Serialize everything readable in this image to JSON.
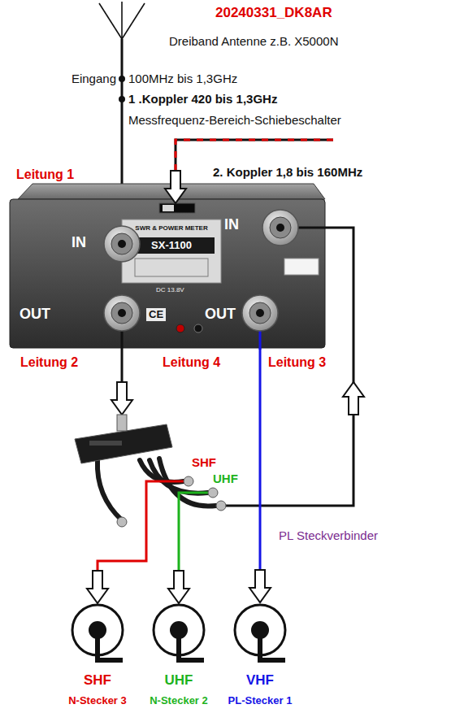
{
  "diagram": {
    "title": "20240331_DK8AR",
    "nodes": [
      {
        "text": [
          "SWR & POWER METER",
          "SX-1100"
        ]
      },
      {
        "text": [
          "SHF",
          "N-Stecker 3"
        ]
      },
      {
        "text": [
          "UHF",
          "N-Stecker 2"
        ]
      },
      {
        "text": [
          "VHF",
          "PL-Stecker 1"
        ]
      }
    ],
    "edges": [
      {
        "from": 0,
        "to": 3,
        "arrow": "to"
      }
    ],
    "labels": [
      "Dreiband Antenne z.B. X5000N",
      "Eingang",
      "100MHz bis 1,3GHz",
      "1 .Koppler 420 bis 1,3GHz",
      "Messfrequenz-Bereich-Schiebeschalter",
      "Leitung 1",
      "2. Koppler 1,8 bis 160MHz",
      "IN",
      "OUT",
      "IN",
      "OUT",
      "CE",
      "DC 13.8V",
      "Leitung 2",
      "Leitung 4",
      "Leitung 3",
      "SHF",
      "UHF",
      "PL Steckverbinder"
    ]
  }
}
